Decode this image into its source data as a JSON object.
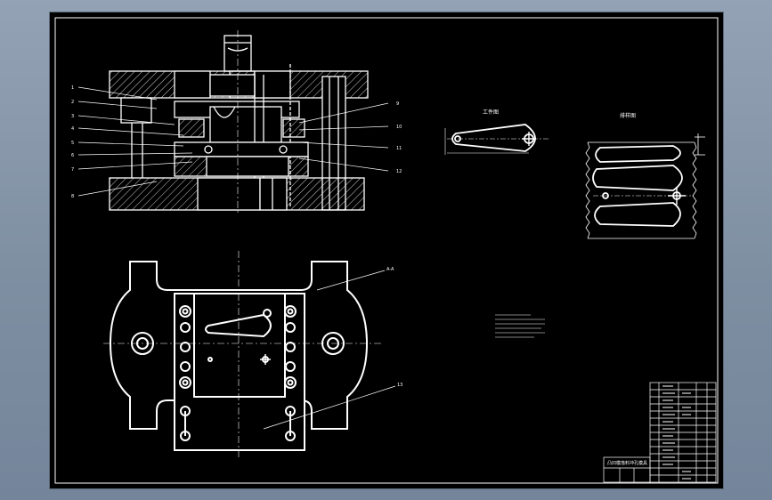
{
  "view_titles": {
    "workpiece": "工件图",
    "strip_layout": "排样图"
  },
  "title_block": {
    "drawing_name": "凸凹模落料冲孔模具"
  },
  "colors": {
    "background": "#000000",
    "lines": "#ffffff",
    "sheet_border": "#ffffff"
  }
}
